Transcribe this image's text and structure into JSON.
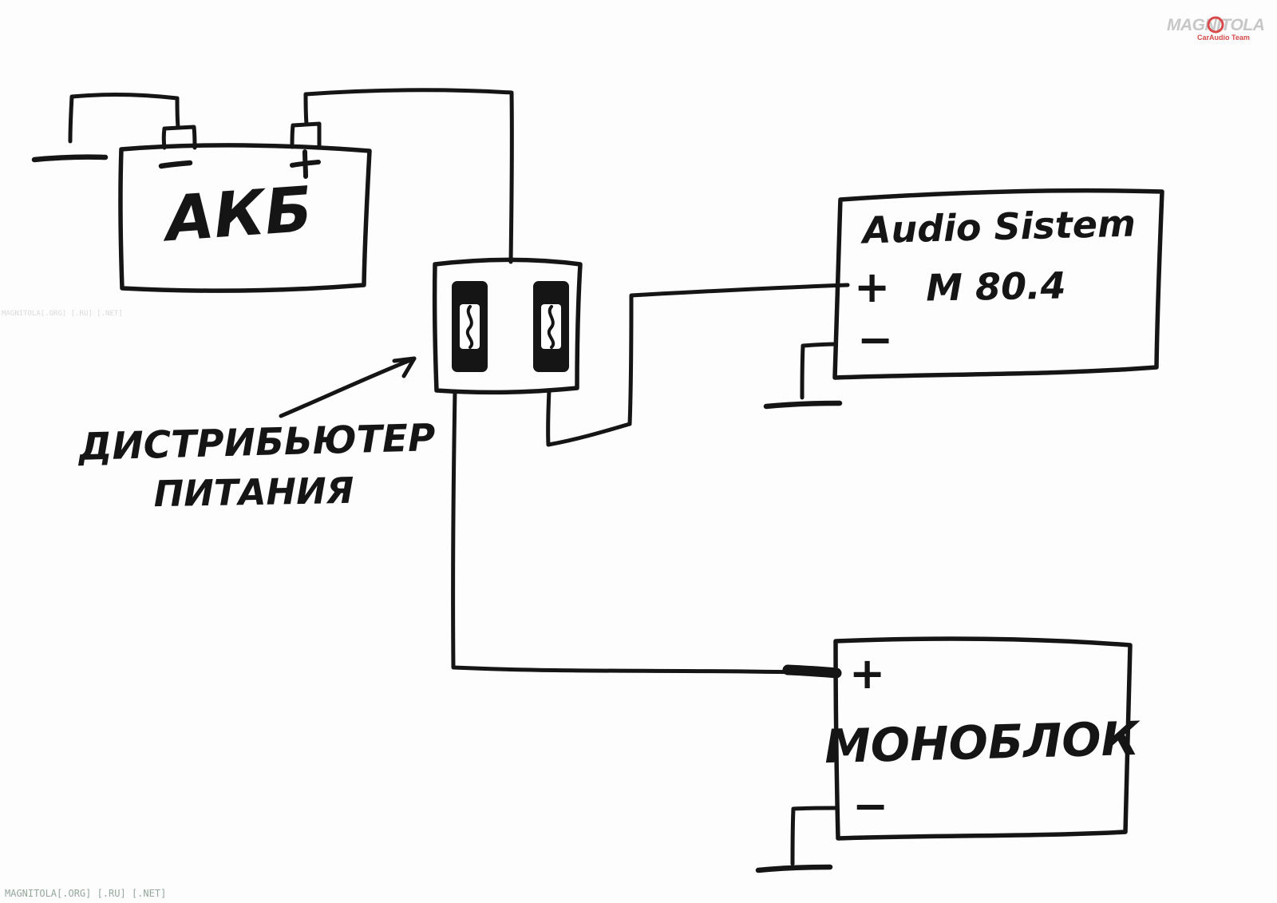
{
  "diagram": {
    "battery": {
      "label": "АКБ",
      "minus_sign": "−",
      "plus_sign": "+"
    },
    "distributor": {
      "label_line1": "ДИСТРИБЬЮТЕР",
      "label_line2": "ПИТАНИЯ"
    },
    "amplifier": {
      "title": "Audio Sistem",
      "model": "M 80.4",
      "plus_sign": "+",
      "minus_sign": "−"
    },
    "monoblock": {
      "label": "МОНОБЛОК",
      "plus_sign": "+",
      "minus_sign": "−"
    }
  },
  "watermarks": {
    "logo": "MAGNITOLA",
    "logo_sub": "CarAudio Team",
    "footer": "MAGNITOLA[.ORG] [.RU] [.NET]"
  },
  "colors": {
    "ink": "#151515",
    "logo_gray": "#c7c7c7",
    "logo_red": "#d84a4a",
    "footer_gray": "#93a79b"
  }
}
